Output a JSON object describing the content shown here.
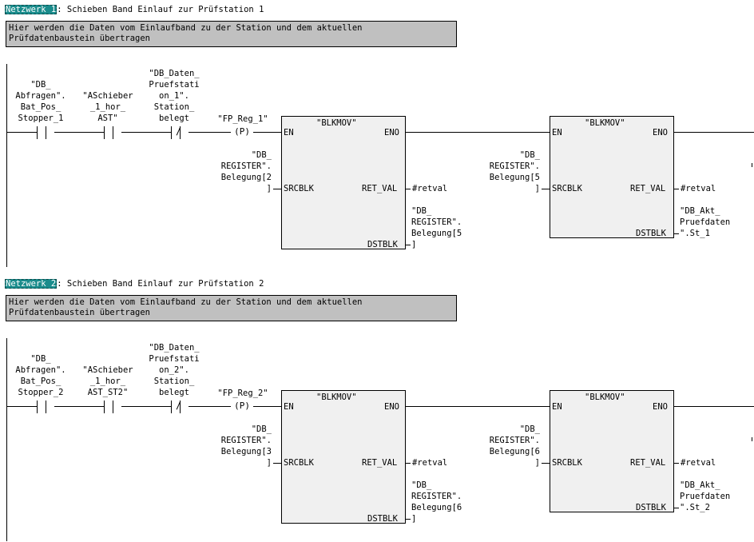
{
  "networks": [
    {
      "badge": "Netzwerk 1",
      "title_rest": ": Schieben Band Einlauf zur Prüfstation 1",
      "comment": "Hier werden die Daten vom Einlaufband zu der Station und dem aktuellen\nPrüfdatenbaustein übertragen",
      "contact1_label": "\"DB_\nAbfragen\".\nBat_Pos_\nStopper_1",
      "contact2_label": "\"ASchieber\n_1_hor_\nAST\"",
      "contact3_label": "\"DB_Daten_\nPruefstati\non_1\".\nStation_\nbelegt",
      "coil_label": "\"FP_Reg_1\"",
      "coil_symbol": "P",
      "block1": {
        "name": "\"BLKMOV\"",
        "en": "EN",
        "eno": "ENO",
        "srcblk": "SRCBLK",
        "ret_val": "RET_VAL",
        "dstblk": "DSTBLK",
        "src_operand": "\"DB_\nREGISTER\".\nBelegung[2\n]",
        "ret_operand": "#retval",
        "dst_operand": "\"DB_\nREGISTER\".\nBelegung[5\n]"
      },
      "block2": {
        "name": "\"BLKMOV\"",
        "en": "EN",
        "eno": "ENO",
        "srcblk": "SRCBLK",
        "ret_val": "RET_VAL",
        "dstblk": "DSTBLK",
        "src_operand": "\"DB_\nREGISTER\".\nBelegung[5\n]",
        "ret_operand": "#retval",
        "dst_operand": "\"DB_Akt_\nPruefdaten\n\".St_1"
      }
    },
    {
      "badge": "Netzwerk 2",
      "title_rest": ": Schieben Band Einlauf zur Prüfstation 2",
      "comment": "Hier werden die Daten vom Einlaufband zu der Station und dem aktuellen\nPrüfdatenbaustein übertragen",
      "contact1_label": "\"DB_\nAbfragen\".\nBat_Pos_\nStopper_2",
      "contact2_label": "\"ASchieber\n_1_hor_\nAST_ST2\"",
      "contact3_label": "\"DB_Daten_\nPruefstati\non_2\".\nStation_\nbelegt",
      "coil_label": "\"FP_Reg_2\"",
      "coil_symbol": "P",
      "block1": {
        "name": "\"BLKMOV\"",
        "en": "EN",
        "eno": "ENO",
        "srcblk": "SRCBLK",
        "ret_val": "RET_VAL",
        "dstblk": "DSTBLK",
        "src_operand": "\"DB_\nREGISTER\".\nBelegung[3\n]",
        "ret_operand": "#retval",
        "dst_operand": "\"DB_\nREGISTER\".\nBelegung[6\n]"
      },
      "block2": {
        "name": "\"BLKMOV\"",
        "en": "EN",
        "eno": "ENO",
        "srcblk": "SRCBLK",
        "ret_val": "RET_VAL",
        "dstblk": "DSTBLK",
        "src_operand": "\"DB_\nREGISTER\".\nBelegung[6\n]",
        "ret_operand": "#retval",
        "dst_operand": "\"DB_Akt_\nPruefdaten\n\".St_2"
      }
    }
  ]
}
